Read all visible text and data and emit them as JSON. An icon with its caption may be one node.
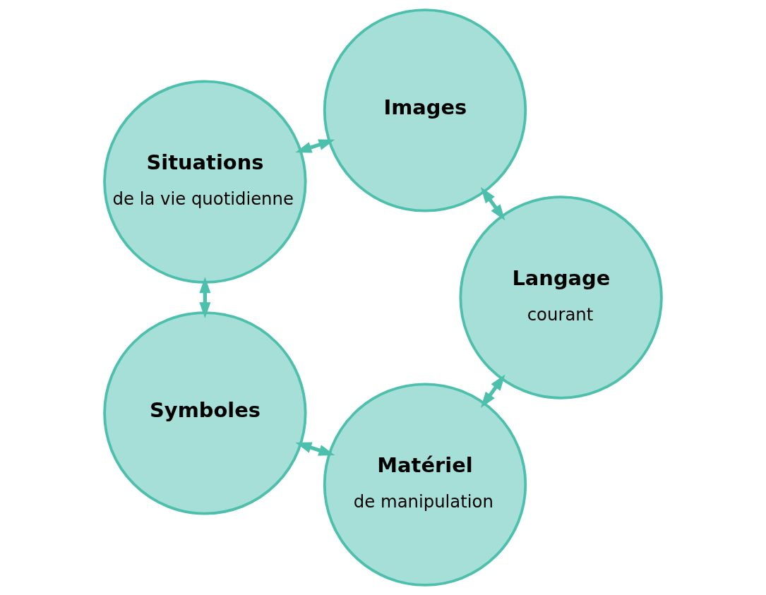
{
  "diagram": {
    "nodes": [
      {
        "text": [
          "Images"
        ]
      },
      {
        "text": [
          "Matériel",
          "de manipulation"
        ]
      },
      {
        "text": [
          "Symboles"
        ]
      },
      {
        "text": [
          "Situations",
          "de la vie quotidienne"
        ]
      },
      {
        "text": [
          "Langage",
          "courant"
        ]
      }
    ],
    "edges": [
      {
        "from": 1,
        "to": 2,
        "arrow": "both"
      },
      {
        "from": 1,
        "to": 4,
        "arrow": "both"
      },
      {
        "from": 0,
        "to": 3,
        "arrow": "both"
      },
      {
        "from": 0,
        "to": 4,
        "arrow": "both"
      },
      {
        "from": 2,
        "to": 3,
        "arrow": "both"
      }
    ]
  }
}
